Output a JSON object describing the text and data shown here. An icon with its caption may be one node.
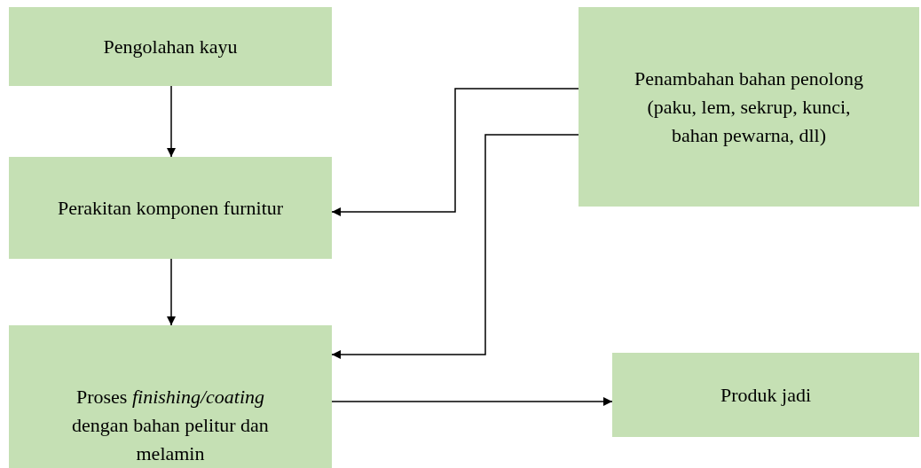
{
  "diagram": {
    "nodes": [
      {
        "text": [
          "Pengolahan kayu"
        ]
      },
      {
        "text": [
          "Perakitan komponen furnitur"
        ]
      },
      {
        "text": [
          "Proses *finishing/coating* dengan bahan pelitur dan melamin"
        ]
      },
      {
        "text": [
          "Penambahan bahan penolong (paku, lem, sekrup, kunci, bahan pewarna, dll)"
        ]
      },
      {
        "text": [
          "Produk jadi"
        ]
      }
    ],
    "edges": [
      {
        "from": 0,
        "to": 1,
        "arrow": "to"
      },
      {
        "from": 1,
        "to": 2,
        "arrow": "to"
      },
      {
        "from": 3,
        "to": 1,
        "arrow": "to"
      },
      {
        "from": 3,
        "to": 2,
        "arrow": "to"
      },
      {
        "from": 2,
        "to": 4,
        "arrow": "to"
      }
    ]
  }
}
